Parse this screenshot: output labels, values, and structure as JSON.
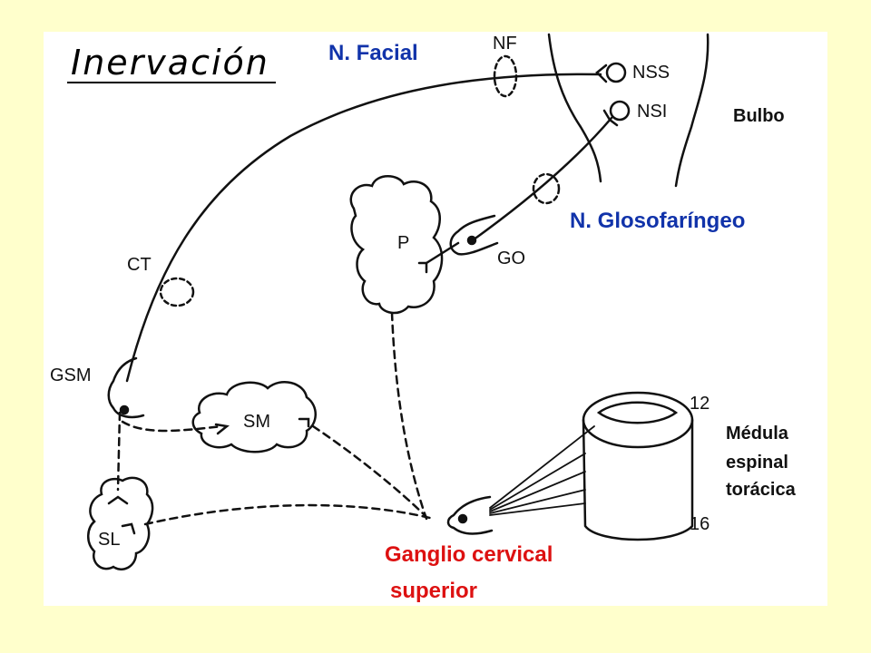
{
  "title": "Inervación",
  "colors": {
    "background": "#FFFFCC",
    "panel": "#FFFFFF",
    "blue_label": "#1133AA",
    "red_label": "#DD1111",
    "ink": "#111111"
  },
  "labels": {
    "n_facial": "N. Facial",
    "n_glosofaringeo": "N. Glosofaríngeo",
    "ganglio_line1": "Ganglio cervical",
    "ganglio_line2": "superior",
    "nf": "NF",
    "nss": "NSS",
    "nsi": "NSI",
    "bulbo": "Bulbo",
    "ct": "CT",
    "p": "P",
    "go": "GO",
    "gsm": "GSM",
    "sm": "SM",
    "sl": "SL",
    "num_12": "12",
    "num_16": "16",
    "medula_line1": "Médula",
    "medula_line2": "espinal",
    "medula_line3": "torácica"
  }
}
